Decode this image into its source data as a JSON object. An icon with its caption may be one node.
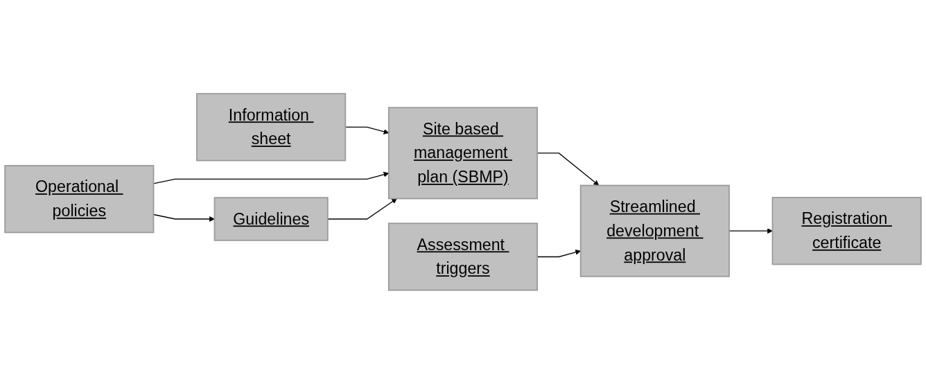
{
  "diagram": {
    "nodes": [
      {
        "text": [
          "Information sheet"
        ]
      },
      {
        "text": [
          "Site based management plan (SBMP)"
        ]
      },
      {
        "text": [
          "Streamlined development approval"
        ]
      },
      {
        "text": [
          "Registration certificate"
        ]
      },
      {
        "text": [
          "Operational policies"
        ]
      },
      {
        "text": [
          "Guidelines"
        ]
      },
      {
        "text": [
          "Assessment triggers"
        ]
      }
    ],
    "edges": [
      {
        "from": 0,
        "to": 1,
        "arrow": "to"
      },
      {
        "from": 4,
        "to": 1,
        "arrow": "to"
      },
      {
        "from": 4,
        "to": 5,
        "arrow": "to"
      },
      {
        "from": 5,
        "to": 1,
        "arrow": "to"
      },
      {
        "from": 1,
        "to": 2,
        "arrow": "to"
      },
      {
        "from": 6,
        "to": 2,
        "arrow": "to"
      },
      {
        "from": 2,
        "to": 3,
        "arrow": "to"
      }
    ]
  }
}
